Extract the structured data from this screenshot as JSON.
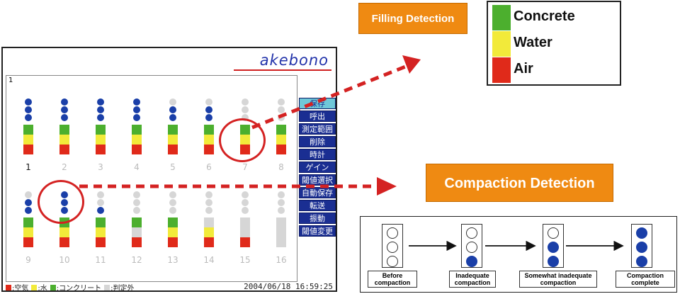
{
  "device": {
    "logo": "akebono",
    "channel_tag": "1",
    "menu": [
      "保存",
      "呼出",
      "測定範囲",
      "削除",
      "時計",
      "ゲイン",
      "閾値選択",
      "自動保存",
      "転送",
      "振動",
      "閾値変更"
    ],
    "legend": [
      {
        "swatch": "#e02a1a",
        "label": ":空気"
      },
      {
        "swatch": "#f2ea3a",
        "label": ":水"
      },
      {
        "swatch": "#4caf2e",
        "label": ":コンクリート"
      },
      {
        "swatch": "#d6d6d6",
        "label": ":判定外"
      }
    ],
    "timestamp": "2004/06/18 16:59:25",
    "row1": [
      {
        "n": "1",
        "dots": [
          1,
          1,
          1
        ],
        "bars": [
          "green",
          "yellow",
          "red"
        ],
        "dim": false
      },
      {
        "n": "2",
        "dots": [
          1,
          1,
          1
        ],
        "bars": [
          "green",
          "yellow",
          "red"
        ],
        "dim": true
      },
      {
        "n": "3",
        "dots": [
          1,
          1,
          1
        ],
        "bars": [
          "green",
          "yellow",
          "red"
        ],
        "dim": true
      },
      {
        "n": "4",
        "dots": [
          1,
          1,
          1
        ],
        "bars": [
          "green",
          "yellow",
          "red"
        ],
        "dim": true
      },
      {
        "n": "5",
        "dots": [
          0,
          1,
          1
        ],
        "bars": [
          "green",
          "yellow",
          "red"
        ],
        "dim": true
      },
      {
        "n": "6",
        "dots": [
          0,
          1,
          1
        ],
        "bars": [
          "green",
          "yellow",
          "red"
        ],
        "dim": true
      },
      {
        "n": "7",
        "dots": [
          0,
          0,
          0
        ],
        "bars": [
          "green",
          "yellow",
          "red"
        ],
        "dim": true
      },
      {
        "n": "8",
        "dots": [
          0,
          0,
          0
        ],
        "bars": [
          "green",
          "yellow",
          "red"
        ],
        "dim": true
      }
    ],
    "row2": [
      {
        "n": "9",
        "dots": [
          0,
          1,
          1
        ],
        "bars": [
          "green",
          "yellow",
          "red"
        ],
        "dim": true
      },
      {
        "n": "10",
        "dots": [
          1,
          1,
          1
        ],
        "bars": [
          "green",
          "yellow",
          "red"
        ],
        "dim": true
      },
      {
        "n": "11",
        "dots": [
          0,
          0,
          1
        ],
        "bars": [
          "green",
          "yellow",
          "red"
        ],
        "dim": true
      },
      {
        "n": "12",
        "dots": [
          0,
          0,
          0
        ],
        "bars": [
          "green",
          "grey",
          "red"
        ],
        "dim": true
      },
      {
        "n": "13",
        "dots": [
          0,
          0,
          0
        ],
        "bars": [
          "green",
          "yellow",
          "red"
        ],
        "dim": true
      },
      {
        "n": "14",
        "dots": [
          0,
          0,
          0
        ],
        "bars": [
          "grey",
          "yellow",
          "red"
        ],
        "dim": true
      },
      {
        "n": "15",
        "dots": [
          0,
          0,
          0
        ],
        "bars": [
          "grey",
          "grey",
          "red"
        ],
        "dim": true
      },
      {
        "n": "16",
        "dots": [
          0,
          0,
          0
        ],
        "bars": [
          "grey",
          "grey",
          "grey"
        ],
        "dim": true
      }
    ]
  },
  "callouts": {
    "filling_title": "Filling Detection",
    "compaction_title": "Compaction Detection"
  },
  "color_legend": [
    {
      "color": "#4caf2e",
      "label": "Concrete"
    },
    {
      "color": "#f2ea3a",
      "label": "Water"
    },
    {
      "color": "#e02a1a",
      "label": "Air"
    }
  ],
  "compaction_stages": [
    {
      "label_lines": [
        "Before",
        "compaction"
      ],
      "filled": [
        0,
        0,
        0
      ]
    },
    {
      "label_lines": [
        "Inadequate",
        "compaction"
      ],
      "filled": [
        0,
        0,
        1
      ]
    },
    {
      "label_lines": [
        "Somewhat inadequate",
        "compaction"
      ],
      "filled": [
        0,
        1,
        1
      ]
    },
    {
      "label_lines": [
        "Compaction",
        "complete"
      ],
      "filled": [
        1,
        1,
        1
      ]
    }
  ],
  "colors": {
    "accent_orange": "#ef8a12",
    "marker_red": "#d42222",
    "menu_blue": "#1a2e92"
  }
}
